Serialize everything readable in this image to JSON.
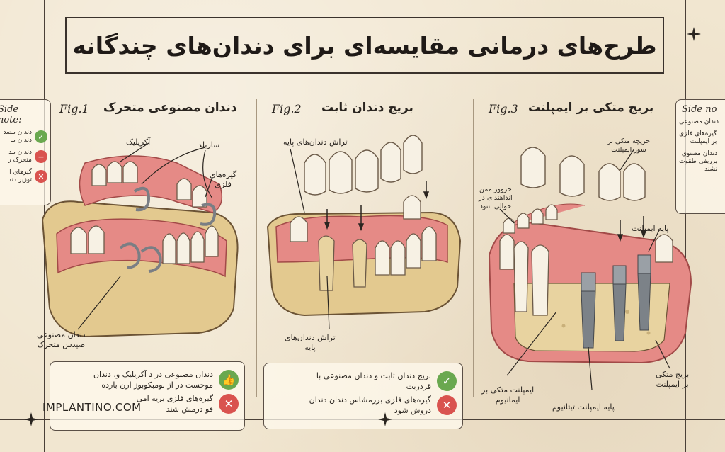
{
  "title": "طرح‌های درمانی مقایسه‌ای برای دندان‌های چندگانه",
  "brand": "IMPLANTINO.COM",
  "panels": [
    {
      "title": "دندان مصنوعی متحرک",
      "fig": "Fig.1",
      "labels": {
        "acrylic": "آکریلیک",
        "sarband": "ساربلد",
        "clasps": "گیره‌های\nفلزی",
        "denture": "دندان مصنوعی\nصیدس متحرک"
      },
      "notes": [
        {
          "icon": "thumbs-up-icon",
          "text": "دندان مصنوعی در د آکریلیک و. دندان\nموحست در از نومبکوبوز ارن بارده"
        },
        {
          "icon": "x-icon",
          "text": "گیره‌های فلزی بریه امی\nفو درمش شند"
        }
      ]
    },
    {
      "title": "بریج دندان ثابت",
      "fig": "Fig.2",
      "labels": {
        "abutment_top": "تراش دندان‌های پایه",
        "abutment_bottom": "تراش دندان‌های\nپایه"
      },
      "notes": [
        {
          "icon": "check-icon",
          "text": "بریج دندان ثابت و دندان مصنوعی با\nقردربت"
        },
        {
          "icon": "x-icon",
          "text": "گیره‌های فلزی بررمشاس دندان دندان\nدروش شود"
        }
      ]
    },
    {
      "title": "بریج متکی بر ایمپلنت",
      "fig": "Fig.3",
      "labels": {
        "bridge_top": "حریچه متکی بر\nسوز ایمپلنت",
        "bone": "حروور ممن\nانداهنذای در\nخوالی اتنود",
        "abutment": "پایه ایمپلنت",
        "implant_left": "ایمپلنت متکی بر\nایمانیوم",
        "abutment_bottom": "پایه ایمپلنت تیتانیوم",
        "bridge_right": "بریج متکی\nبر ایمپلنت"
      }
    }
  ],
  "side_left": {
    "title": "Side note:",
    "items": [
      {
        "icon": "check-icon",
        "text": "دندان مصد\nدندان ما"
      },
      {
        "icon": "minus-icon",
        "text": "دندان مد\nمتحرک ر"
      },
      {
        "icon": "x-icon",
        "text": "گیرهای ا\nتوزیر دند"
      }
    ]
  },
  "side_right": {
    "title": "Side no",
    "items": [
      {
        "text": "دندان مصنوعی"
      },
      {
        "text": "گیره‌های فلزی\nبر ایمپلنت"
      },
      {
        "text": "دندان مصنوی\nبرربفی طقوت\nنشند"
      }
    ]
  },
  "colors": {
    "gum": "#e58a86",
    "gum_dark": "#c95f5d",
    "bone": "#e8d3a0",
    "tooth": "#f7f1e4",
    "metal": "#8a8d92",
    "ink": "#2a2520"
  }
}
